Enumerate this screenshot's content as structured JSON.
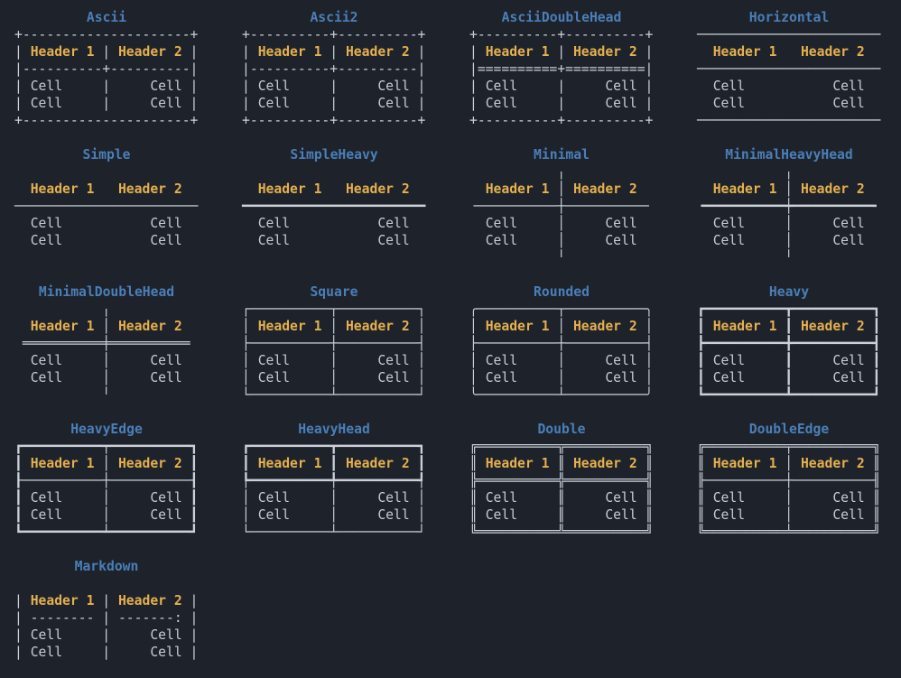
{
  "colors": {
    "bg": "#1e222b",
    "title": "#4a7fb8",
    "header": "#e5b04d",
    "cell": "#c8ccd1",
    "border": "#ccd1d7"
  },
  "layout": {
    "left0": 16,
    "top0": 10,
    "col_step": 252,
    "row_step": 152,
    "cols": 4
  },
  "highlight": {
    "header_tokens": [
      "Header 1",
      "Header 2"
    ],
    "cell_tokens": [
      "Cell"
    ]
  },
  "tables": [
    {
      "title": "Ascii",
      "lines": [
        "+---------------------+",
        "| Header 1 | Header 2 |",
        "|----------+----------|",
        "| Cell     |     Cell |",
        "| Cell     |     Cell |",
        "+---------------------+"
      ]
    },
    {
      "title": "Ascii2",
      "lines": [
        "+----------+----------+",
        "| Header 1 | Header 2 |",
        "|----------+----------|",
        "| Cell     |     Cell |",
        "| Cell     |     Cell |",
        "+----------+----------+"
      ]
    },
    {
      "title": "AsciiDoubleHead",
      "lines": [
        "+----------+----------+",
        "| Header 1 | Header 2 |",
        "|==========+==========|",
        "| Cell     |     Cell |",
        "| Cell     |     Cell |",
        "+----------+----------+"
      ]
    },
    {
      "title": "Horizontal",
      "lines": [
        "───────────────────────",
        "  Header 1   Header 2  ",
        "───────────────────────",
        "  Cell           Cell  ",
        "  Cell           Cell  ",
        "───────────────────────"
      ]
    },
    {
      "title": "Simple",
      "lines": [
        "",
        "  Header 1   Header 2  ",
        "───────────────────────",
        "  Cell           Cell  ",
        "  Cell           Cell  ",
        ""
      ]
    },
    {
      "title": "SimpleHeavy",
      "lines": [
        "",
        "  Header 1   Header 2  ",
        "━━━━━━━━━━━━━━━━━━━━━━━",
        "  Cell           Cell  ",
        "  Cell           Cell  ",
        ""
      ]
    },
    {
      "title": "Minimal",
      "lines": [
        "           ╷           ",
        "  Header 1 │ Header 2  ",
        "╶──────────┼──────────╴",
        "  Cell     │     Cell  ",
        "  Cell     │     Cell  ",
        "           ╵           "
      ]
    },
    {
      "title": "MinimalHeavyHead",
      "lines": [
        "           ╷           ",
        "  Header 1 │ Header 2  ",
        "╺━━━━━━━━━━┿━━━━━━━━━━╸",
        "  Cell     │     Cell  ",
        "  Cell     │     Cell  ",
        "           ╵           "
      ]
    },
    {
      "title": "MinimalDoubleHead",
      "lines": [
        "           ╷           ",
        "  Header 1 │ Header 2  ",
        " ══════════╪══════════ ",
        "  Cell     │     Cell  ",
        "  Cell     │     Cell  ",
        "           ╵           "
      ]
    },
    {
      "title": "Square",
      "lines": [
        "┌──────────┬──────────┐",
        "│ Header 1 │ Header 2 │",
        "├──────────┼──────────┤",
        "│ Cell     │     Cell │",
        "│ Cell     │     Cell │",
        "└──────────┴──────────┘"
      ]
    },
    {
      "title": "Rounded",
      "lines": [
        "╭──────────┬──────────╮",
        "│ Header 1 │ Header 2 │",
        "├──────────┼──────────┤",
        "│ Cell     │     Cell │",
        "│ Cell     │     Cell │",
        "╰──────────┴──────────╯"
      ]
    },
    {
      "title": "Heavy",
      "lines": [
        "┏━━━━━━━━━━┳━━━━━━━━━━┓",
        "┃ Header 1 ┃ Header 2 ┃",
        "┣━━━━━━━━━━╋━━━━━━━━━━┫",
        "┃ Cell     ┃     Cell ┃",
        "┃ Cell     ┃     Cell ┃",
        "┗━━━━━━━━━━┻━━━━━━━━━━┛"
      ]
    },
    {
      "title": "HeavyEdge",
      "lines": [
        "┏━━━━━━━━━━┯━━━━━━━━━━┓",
        "┃ Header 1 │ Header 2 ┃",
        "┠──────────┼──────────┨",
        "┃ Cell     │     Cell ┃",
        "┃ Cell     │     Cell ┃",
        "┗━━━━━━━━━━┷━━━━━━━━━━┛"
      ]
    },
    {
      "title": "HeavyHead",
      "lines": [
        "┏━━━━━━━━━━┳━━━━━━━━━━┓",
        "┃ Header 1 ┃ Header 2 ┃",
        "┡━━━━━━━━━━╇━━━━━━━━━━┩",
        "│ Cell     │     Cell │",
        "│ Cell     │     Cell │",
        "└──────────┴──────────┘"
      ]
    },
    {
      "title": "Double",
      "lines": [
        "╔══════════╦══════════╗",
        "║ Header 1 ║ Header 2 ║",
        "╠══════════╬══════════╣",
        "║ Cell     ║     Cell ║",
        "║ Cell     ║     Cell ║",
        "╚══════════╩══════════╝"
      ]
    },
    {
      "title": "DoubleEdge",
      "lines": [
        "╔══════════╤══════════╗",
        "║ Header 1 │ Header 2 ║",
        "╟──────────┼──────────╢",
        "║ Cell     │     Cell ║",
        "║ Cell     │     Cell ║",
        "╚══════════╧══════════╝"
      ]
    },
    {
      "title": "Markdown",
      "lines": [
        "",
        "| Header 1 | Header 2 |",
        "| -------- | -------: |",
        "| Cell     |     Cell |",
        "| Cell     |     Cell |",
        ""
      ]
    }
  ]
}
